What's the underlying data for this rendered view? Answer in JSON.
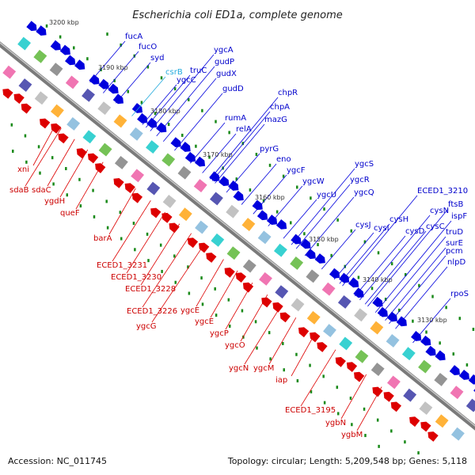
{
  "title": "Escherichia coli ED1a, complete genome",
  "footer": {
    "accession": "Accession: NC_011745",
    "summary": "Topology: circular; Length: 5,209,548 bp; Genes: 5,118"
  },
  "colors": {
    "forward": "#0000dd",
    "reverse": "#dd0000",
    "highlight": "#22aadd",
    "backbone": "#888888",
    "tick": "#1a8a1a"
  },
  "ticks": [
    "3200 kbp",
    "3190 kbp",
    "3180 kbp",
    "3170 kbp",
    "3160 kbp",
    "3150 kbp",
    "3140 kbp",
    "3130 kbp"
  ],
  "forward_labels": [
    "fucA",
    "fucO",
    "syd",
    "csrB",
    "ygcA",
    "truC",
    "gudP",
    "ygcC",
    "gudX",
    "gudD",
    "chpR",
    "chpA",
    "rumA",
    "relA",
    "mazG",
    "pyrG",
    "eno",
    "ygcF",
    "ygcS",
    "ygcW",
    "ygcR",
    "ygcU",
    "ygcQ",
    "ECED1_3210",
    "cysJ",
    "cysH",
    "cysI",
    "cysN",
    "ftsB",
    "ispF",
    "cysD",
    "cysC",
    "truD",
    "surE",
    "pcm",
    "nlpD",
    "rpoS"
  ],
  "reverse_labels": [
    "xni",
    "sdaB",
    "sdaC",
    "ygdH",
    "queF",
    "barA",
    "ECED1_3231",
    "ECED1_3230",
    "ECED1_3228",
    "ECED1_3226",
    "ygcE",
    "ygcG",
    "ygcE",
    "ygcP",
    "ygcO",
    "ygcN",
    "ygcM",
    "iap",
    "ECED1_3195",
    "ygbN",
    "ygbM"
  ]
}
